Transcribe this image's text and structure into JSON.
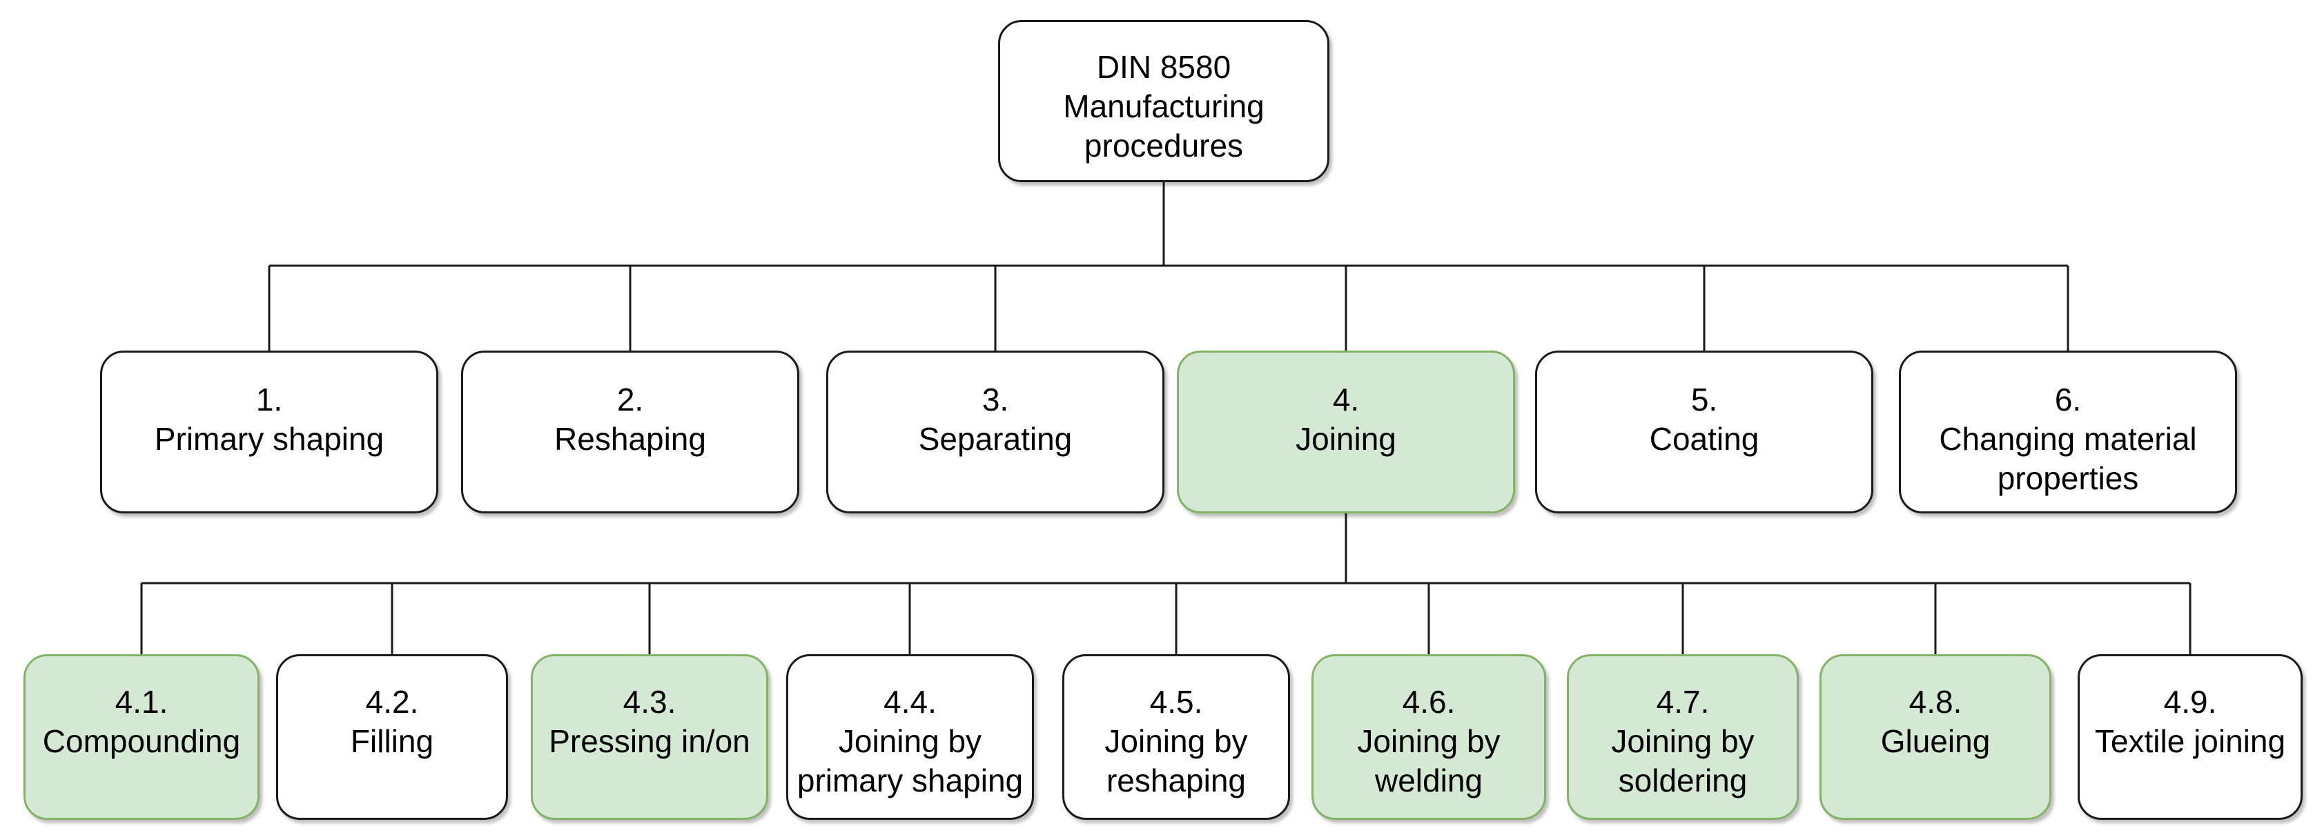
{
  "colors": {
    "background": "#ffffff",
    "node_fill": "#ffffff",
    "node_border": "#1a1a1a",
    "highlight_fill": "#d5e8d4",
    "highlight_border": "#82b366",
    "connector": "#1a1a1a",
    "text": "#000000",
    "shadow": "rgba(0,0,0,0.25)"
  },
  "root": {
    "label": "DIN 8580\nManufacturing\nprocedures",
    "variant": "plain"
  },
  "level2": [
    {
      "number": "1.",
      "label": "Primary shaping",
      "variant": "plain"
    },
    {
      "number": "2.",
      "label": "Reshaping",
      "variant": "plain"
    },
    {
      "number": "3.",
      "label": "Separating",
      "variant": "plain"
    },
    {
      "number": "4.",
      "label": "Joining",
      "variant": "highlight"
    },
    {
      "number": "5.",
      "label": "Coating",
      "variant": "plain"
    },
    {
      "number": "6.",
      "label": "Changing material\nproperties",
      "variant": "plain"
    }
  ],
  "level3": [
    {
      "number": "4.1.",
      "label": "Compounding",
      "variant": "highlight"
    },
    {
      "number": "4.2.",
      "label": "Filling",
      "variant": "plain"
    },
    {
      "number": "4.3.",
      "label": "Pressing in/on",
      "variant": "highlight"
    },
    {
      "number": "4.4.",
      "label": "Joining by\nprimary shaping",
      "variant": "plain"
    },
    {
      "number": "4.5.",
      "label": "Joining by\nreshaping",
      "variant": "plain"
    },
    {
      "number": "4.6.",
      "label": "Joining by\nwelding",
      "variant": "highlight"
    },
    {
      "number": "4.7.",
      "label": "Joining by\nsoldering",
      "variant": "highlight"
    },
    {
      "number": "4.8.",
      "label": "Glueing",
      "variant": "highlight"
    },
    {
      "number": "4.9.",
      "label": "Textile joining",
      "variant": "plain"
    }
  ]
}
